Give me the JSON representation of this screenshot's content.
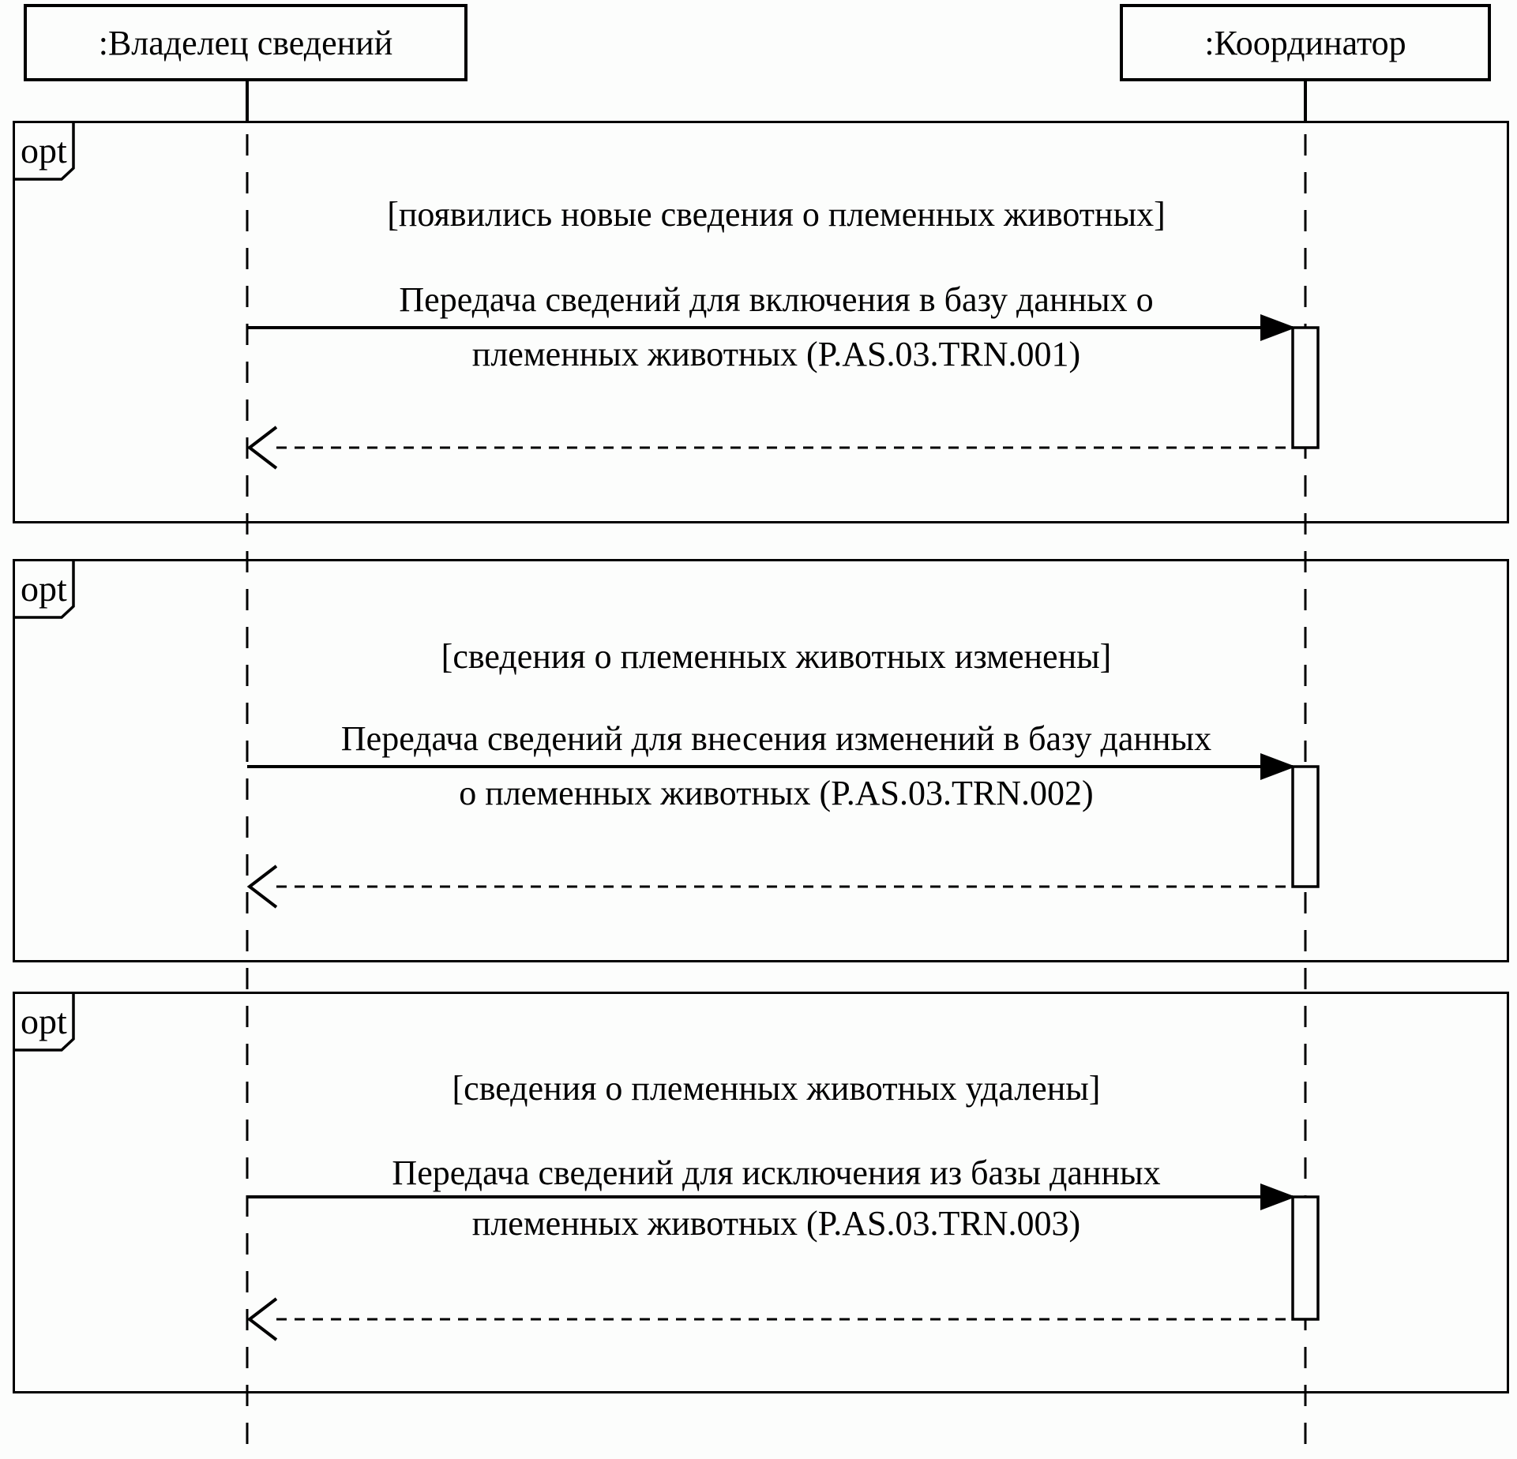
{
  "diagram": {
    "title": "Sequence diagram: transfer of breeding animal data",
    "colors": {
      "line": "#000000",
      "background": "#fcfdfc"
    },
    "actors": [
      {
        "name": ":Владелец сведений"
      },
      {
        "name": ":Координатор"
      }
    ],
    "fragments": [
      {
        "operator": "opt",
        "guard": "[появились новые сведения о племенных животных]",
        "message": {
          "line1": "Передача сведений для включения в базу данных о",
          "line2": "племенных животных (P.AS.03.TRN.001)"
        }
      },
      {
        "operator": "opt",
        "guard": "[сведения о племенных животных изменены]",
        "message": {
          "line1": "Передача сведений для внесения изменений в базу данных",
          "line2": "о племенных животных (P.AS.03.TRN.002)"
        }
      },
      {
        "operator": "opt",
        "guard": "[сведения о племенных животных удалены]",
        "message": {
          "line1": "Передача сведений для исключения из базы данных",
          "line2": "племенных животных (P.AS.03.TRN.003)"
        }
      }
    ]
  }
}
